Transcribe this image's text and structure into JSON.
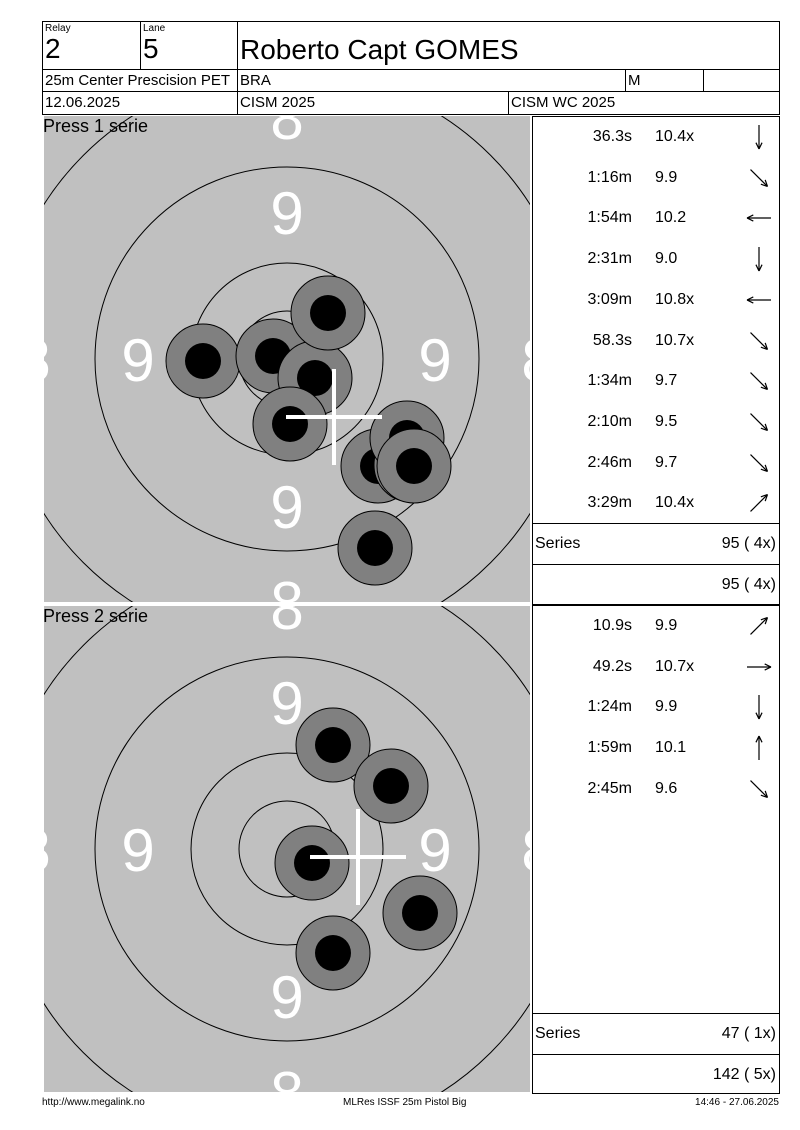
{
  "header": {
    "relay_label": "Relay",
    "relay_value": "2",
    "lane_label": "Lane",
    "lane_value": "5",
    "shooter_name": "Roberto Capt GOMES",
    "event": "25m Center Prescision PET",
    "country": "BRA",
    "gender": "M",
    "date": "12.06.2025",
    "competition": "CISM 2025",
    "championship": "CISM WC 2025"
  },
  "series": [
    {
      "title": "Press 1 serie",
      "ring_labels": [
        "8",
        "9",
        "9",
        "9",
        "9",
        "8",
        "8",
        "8"
      ],
      "shots": [
        {
          "time": "36.3s",
          "score": "10.4x",
          "direction": "S"
        },
        {
          "time": "1:16m",
          "score": "9.9",
          "direction": "SE"
        },
        {
          "time": "1:54m",
          "score": "10.2",
          "direction": "W"
        },
        {
          "time": "2:31m",
          "score": "9.0",
          "direction": "S"
        },
        {
          "time": "3:09m",
          "score": "10.8x",
          "direction": "W"
        },
        {
          "time": "58.3s",
          "score": "10.7x",
          "direction": "SE"
        },
        {
          "time": "1:34m",
          "score": "9.7",
          "direction": "SE"
        },
        {
          "time": "2:10m",
          "score": "9.5",
          "direction": "SE"
        },
        {
          "time": "2:46m",
          "score": "9.7",
          "direction": "SE"
        },
        {
          "time": "3:29m",
          "score": "10.4x",
          "direction": "NE"
        }
      ],
      "series_label": "Series",
      "series_total": "95 ( 4x)",
      "running_total": "95 ( 4x)"
    },
    {
      "title": "Press 2 serie",
      "ring_labels": [
        "8",
        "9",
        "9",
        "9",
        "9",
        "8",
        "8",
        "8"
      ],
      "shots": [
        {
          "time": "10.9s",
          "score": "9.9",
          "direction": "NE"
        },
        {
          "time": "49.2s",
          "score": "10.7x",
          "direction": "E"
        },
        {
          "time": "1:24m",
          "score": "9.9",
          "direction": "S"
        },
        {
          "time": "1:59m",
          "score": "10.1",
          "direction": "N"
        },
        {
          "time": "2:45m",
          "score": "9.6",
          "direction": "SE"
        }
      ],
      "series_label": "Series",
      "series_total": "47 ( 1x)",
      "running_total": "142 ( 5x)"
    }
  ],
  "footer": {
    "website": "http://www.megalink.no",
    "software": "MLRes ISSF 25m Pistol Big",
    "timestamp": "14:46 - 27.06.2025"
  },
  "colors": {
    "target_background": "#c0c0c0",
    "shot_outer": "#808080",
    "shot_inner": "#000000",
    "ring_numbers": "#ffffff"
  }
}
